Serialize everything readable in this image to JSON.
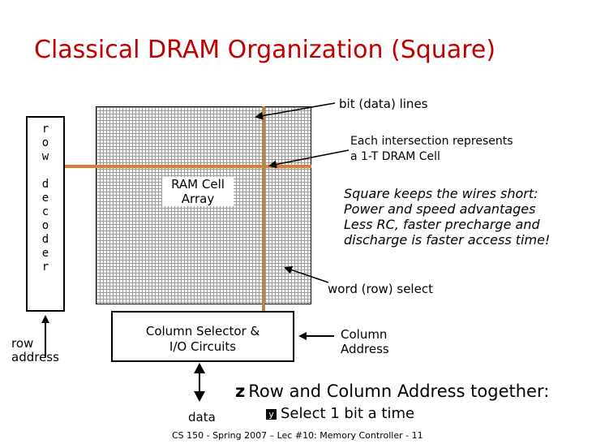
{
  "title": "Classical DRAM Organization (Square)",
  "labels": {
    "bit_lines": "bit (data) lines",
    "intersection_line1": "Each intersection represents",
    "intersection_line2": "a 1-T DRAM Cell",
    "square_line1": "Square keeps the wires short:",
    "square_line2": "Power and speed advantages",
    "square_line3": "Less RC, faster precharge and",
    "square_line4": "discharge is faster access time!",
    "word_select": "word (row) select",
    "row_address_1": "row",
    "row_address_2": "address",
    "column_address_1": "Column",
    "column_address_2": "Address",
    "data": "data"
  },
  "decoder": {
    "letters": [
      "r",
      "o",
      "w",
      "",
      "d",
      "e",
      "c",
      "o",
      "d",
      "e",
      "r"
    ]
  },
  "ram_cell": {
    "line1": "RAM Cell",
    "line2": "Array"
  },
  "column_selector": {
    "line1": "Column Selector &",
    "line2": "I/O Circuits"
  },
  "bullets": {
    "main_symbol": "z",
    "main": "Row and Column Address together:",
    "sub_symbol": "y",
    "sub": "Select 1 bit a time"
  },
  "footer": "CS 150 - Spring  2007 – Lec #10: Memory Controller - 11",
  "colors": {
    "title": "#c00000",
    "highlight_row": "#e07a30",
    "highlight_column": "#b38745"
  }
}
